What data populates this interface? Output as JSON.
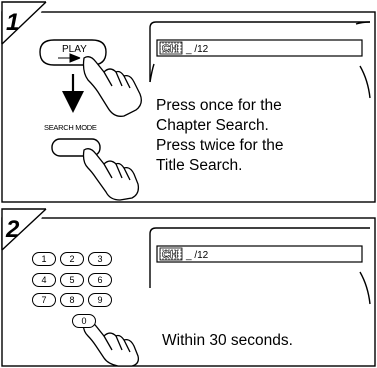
{
  "step1": {
    "number": "1",
    "play_label": "PLAY",
    "search_mode_label": "SEARCH MODE",
    "osd_tag": "CH",
    "osd_field": "_ /12",
    "lines": [
      "Press once for the",
      "Chapter Search.",
      "Press twice for the",
      "Title Search."
    ]
  },
  "step2": {
    "number": "2",
    "keys": [
      "1",
      "2",
      "3",
      "4",
      "5",
      "6",
      "7",
      "8",
      "9",
      "0"
    ],
    "osd_tag": "CH",
    "osd_field": "_ /12",
    "text": "Within 30 seconds."
  }
}
